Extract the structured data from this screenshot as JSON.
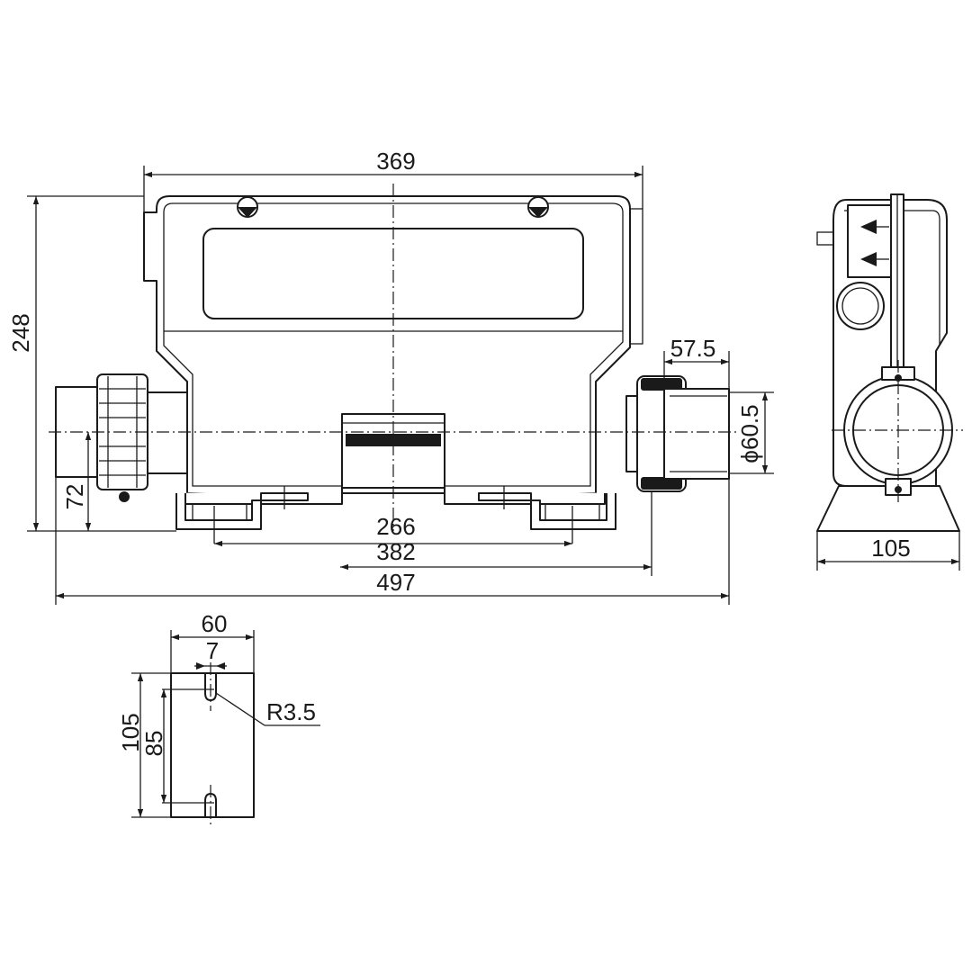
{
  "dimensions": {
    "top_width": "369",
    "overall_height": "248",
    "fitting_length": "57.5",
    "pipe_diameter": "ϕ60.5",
    "pipe_center_height": "72",
    "bracket_spacing_inner": "266",
    "bracket_spacing_outer": "382",
    "overall_length": "497",
    "side_depth": "105",
    "bracket_width": "60",
    "bracket_slot_width": "7",
    "bracket_radius": "R3.5",
    "bracket_height": "105",
    "bracket_hole_spacing": "85"
  }
}
